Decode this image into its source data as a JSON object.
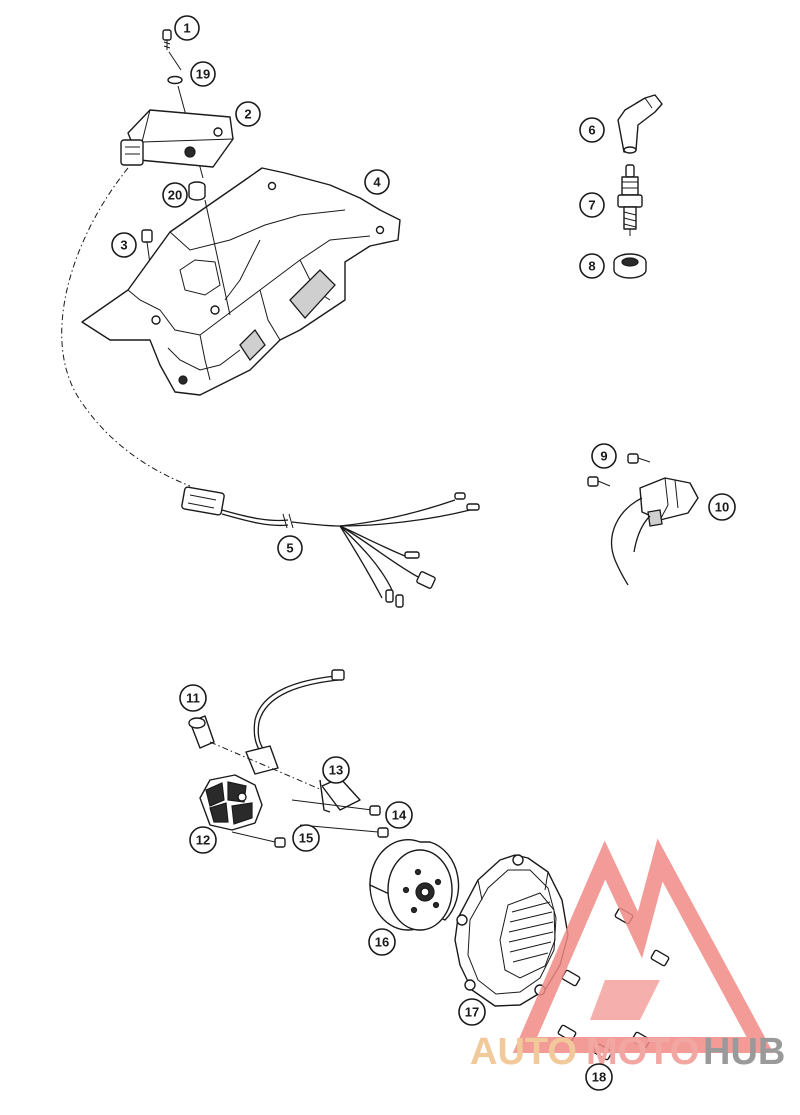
{
  "diagram": {
    "callouts": [
      "1",
      "2",
      "3",
      "4",
      "5",
      "6",
      "7",
      "8",
      "9",
      "10",
      "11",
      "12",
      "13",
      "14",
      "15",
      "16",
      "17",
      "18",
      "19",
      "20"
    ]
  },
  "watermark": {
    "auto": "AUTO",
    "moto": "MOTO",
    "hub": "HUB",
    "colors": {
      "auto": "#f2c99a",
      "moto": "#f2a7a2",
      "hub": "#9a9a9a",
      "logo": "#f08a86"
    }
  }
}
